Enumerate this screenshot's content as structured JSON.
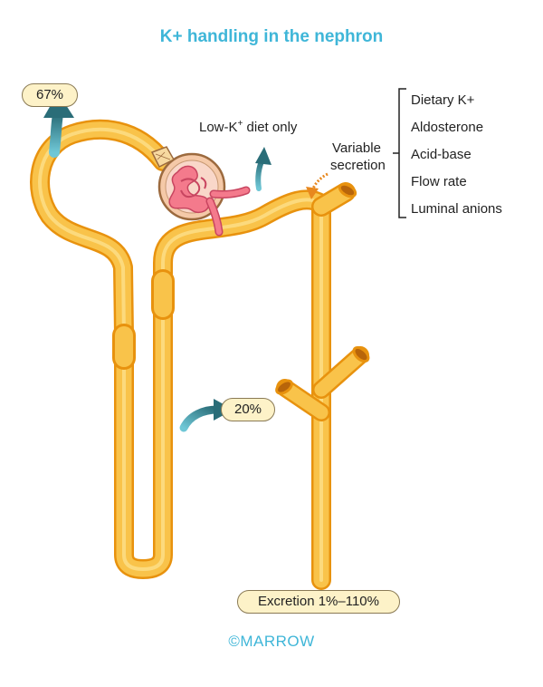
{
  "title": "K+ handling in the nephron",
  "labels": {
    "pct_67": "67%",
    "pct_20": "20%",
    "low_k_prefix": "Low-K",
    "low_k_sup": "+",
    "low_k_suffix": " diet only",
    "variable_line1": "Variable",
    "variable_line2": "secretion",
    "excretion": "Excretion 1%–110%"
  },
  "factors": [
    "Dietary K+",
    "Aldosterone",
    "Acid-base",
    "Flow rate",
    "Luminal anions"
  ],
  "logo": "©MARROW",
  "colors": {
    "title": "#3fb6d8",
    "tubule_fill": "#f9c34a",
    "tubule_outline": "#e8920e",
    "arrow_teal": "#2e6e7a",
    "glomerulus": "#e85a6e",
    "secretion_arrow": "#e8881e"
  }
}
